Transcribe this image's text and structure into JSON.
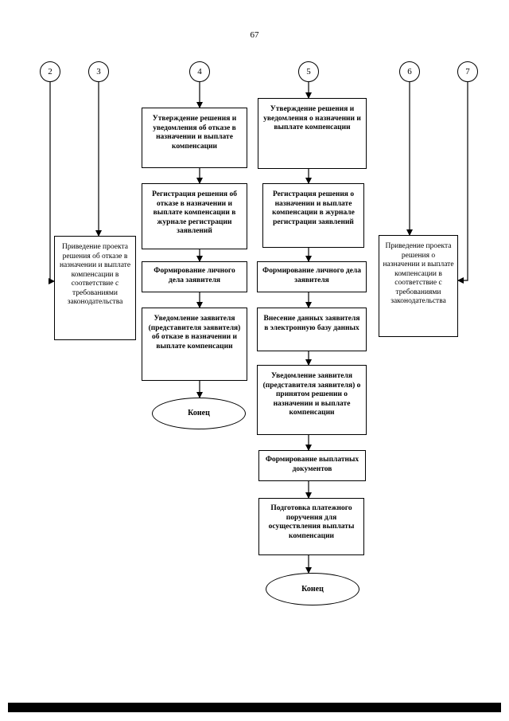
{
  "page": {
    "number": "67"
  },
  "connectors": [
    "2",
    "3",
    "4",
    "5",
    "6",
    "7"
  ],
  "left_box": {
    "text": "Приведение проекта решения об отказе в назначении и выплате компенсации в соответствие с требованиями законодательства"
  },
  "right_box": {
    "text": "Приведение проекта решения о назначении и выплате компенсации в соответствие с требованиями законодательства"
  },
  "refusal_branch": {
    "steps": [
      "Утверждение решения и уведомления об отказе в назначении и выплате компенсации",
      "Регистрация решения об отказе в назначении и выплате компенсации в журнале регистрации заявлений",
      "Формирование личного дела заявителя",
      "Уведомление заявителя (представителя заявителя) об отказе в назначении и выплате компенсации"
    ],
    "end": "Конец"
  },
  "approval_branch": {
    "steps": [
      "Утверждение решения и уведомления о назначении и выплате компенсации",
      "Регистрация решения о назначении и выплате компенсации в журнале регистрации заявлений",
      "Формирование личного дела заявителя",
      "Внесение данных заявителя в электронную базу данных",
      "Уведомление заявителя (представителя заявителя) о принятом решении о назначении и выплате компенсации",
      "Формирование выплатных документов",
      "Подготовка платежного поручения для осуществления выплаты компенсации"
    ],
    "end": "Конец"
  }
}
